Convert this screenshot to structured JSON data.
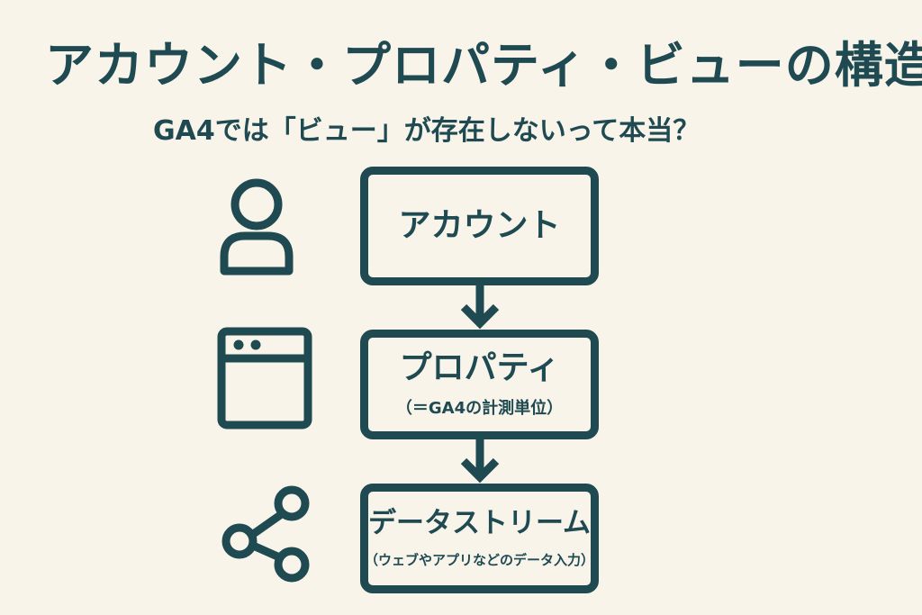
{
  "title": "アカウント・プロパティ・ビューの構造",
  "subtitle": "GA4では「ビュー」が存在しないって本当？",
  "colors": {
    "primary": "#1f4a52",
    "background": "#f8f4ea"
  },
  "nodes": [
    {
      "label": "アカウント",
      "sublabel": "",
      "icon": "user-icon"
    },
    {
      "label": "プロパティ",
      "sublabel": "（＝GA4の計測単位）",
      "icon": "browser-window-icon"
    },
    {
      "label": "データストリーム",
      "sublabel": "（ウェブやアプリなどのデータ入力）",
      "icon": "share-icon"
    }
  ],
  "edges": [
    {
      "from": "アカウント",
      "to": "プロパティ"
    },
    {
      "from": "プロパティ",
      "to": "データストリーム"
    }
  ]
}
